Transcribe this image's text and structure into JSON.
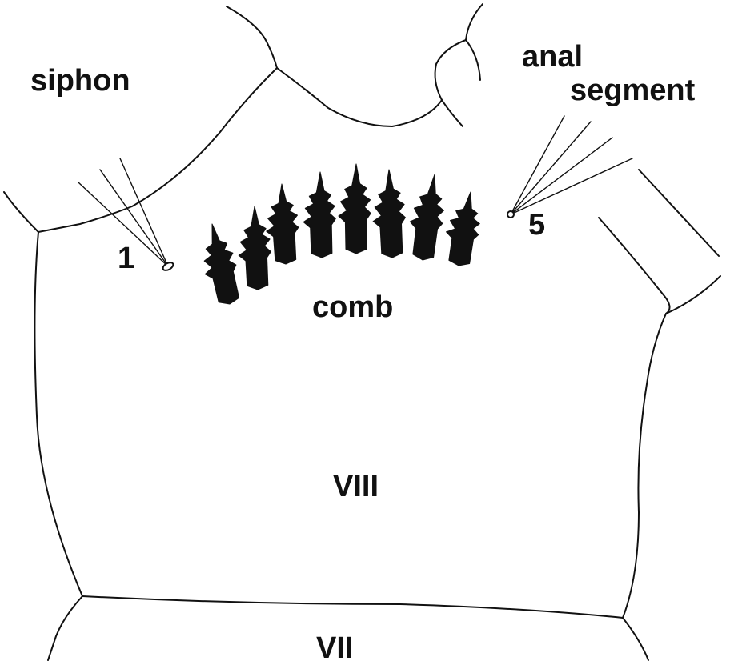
{
  "labels": {
    "siphon": "siphon",
    "anal_line1": "anal",
    "anal_line2": "segment",
    "seta_1": "1",
    "seta_5": "5",
    "comb": "comb",
    "segment_8": "VIII",
    "segment_7": "VII"
  },
  "comb_scale_count": 8,
  "colors": {
    "ink": "#111111",
    "background": "#ffffff"
  }
}
